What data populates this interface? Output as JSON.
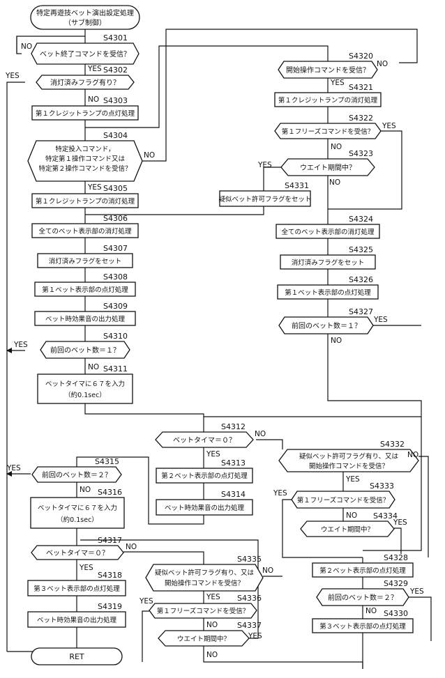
{
  "start": {
    "line1": "特定再遊技ベット演出設定処理",
    "line2": "（サブ制御）"
  },
  "end": "RET",
  "yes": "YES",
  "no": "NO",
  "steps": {
    "s4301": {
      "id": "S4301",
      "text": "ベット終了コマンドを受信？"
    },
    "s4302": {
      "id": "S4302",
      "text": "消灯済みフラグ有り？"
    },
    "s4303": {
      "id": "S4303",
      "text": "第１クレジットランプの点灯処理"
    },
    "s4304": {
      "id": "S4304",
      "line1": "特定投入コマンド，",
      "line2": "特定第１操作コマンド又は",
      "line3": "特定第２操作コマンドを受信？"
    },
    "s4305": {
      "id": "S4305",
      "text": "第１クレジットランプの消灯処理"
    },
    "s4306": {
      "id": "S4306",
      "text": "全てのベット表示部の消灯処理"
    },
    "s4307": {
      "id": "S4307",
      "text": "消灯済みフラグをセット"
    },
    "s4308": {
      "id": "S4308",
      "text": "第１ベット表示部の点灯処理"
    },
    "s4309": {
      "id": "S4309",
      "text": "ベット時効果音の出力処理"
    },
    "s4310": {
      "id": "S4310",
      "text": "前回のベット数＝１？"
    },
    "s4311": {
      "id": "S4311",
      "line1": "ベットタイマに６７を入力",
      "line2": "（約0.1sec）"
    },
    "s4312": {
      "id": "S4312",
      "text": "ベットタイマ＝０？"
    },
    "s4313": {
      "id": "S4313",
      "text": "第２ベット表示部の点灯処理"
    },
    "s4314": {
      "id": "S4314",
      "text": "ベット時効果音の出力処理"
    },
    "s4315": {
      "id": "S4315",
      "text": "前回のベット数＝２？"
    },
    "s4316": {
      "id": "S4316",
      "line1": "ベットタイマに６７を入力",
      "line2": "（約0.1sec）"
    },
    "s4317": {
      "id": "S4317",
      "text": "ベットタイマ＝０？"
    },
    "s4318": {
      "id": "S4318",
      "text": "第３ベット表示部の点灯処理"
    },
    "s4319": {
      "id": "S4319",
      "text": "ベット時効果音の出力処理"
    },
    "s4320": {
      "id": "S4320",
      "text": "開始操作コマンドを受信？"
    },
    "s4321": {
      "id": "S4321",
      "text": "第１クレジットランプの消灯処理"
    },
    "s4322": {
      "id": "S4322",
      "text": "第１フリーズコマンドを受信？"
    },
    "s4323": {
      "id": "S4323",
      "text": "ウエイト期間中？"
    },
    "s4324": {
      "id": "S4324",
      "text": "全てのベット表示部の消灯処理"
    },
    "s4325": {
      "id": "S4325",
      "text": "消灯済みフラグをセット"
    },
    "s4326": {
      "id": "S4326",
      "text": "第１ベット表示部の点灯処理"
    },
    "s4327": {
      "id": "S4327",
      "text": "前回のベット数＝１？"
    },
    "s4328": {
      "id": "S4328",
      "text": "第２ベット表示部の点灯処理"
    },
    "s4329": {
      "id": "S4329",
      "text": "前回のベット数＝２？"
    },
    "s4330": {
      "id": "S4330",
      "text": "第３ベット表示部の点灯処理"
    },
    "s4331": {
      "id": "S4331",
      "text": "疑似ベット許可フラグをセット"
    },
    "s4332": {
      "id": "S4332",
      "line1": "疑似ベット許可フラグ有り、又は",
      "line2": "開始操作コマンドを受信？"
    },
    "s4333": {
      "id": "S4333",
      "text": "第１フリーズコマンドを受信？"
    },
    "s4334": {
      "id": "S4334",
      "text": "ウエイト期間中？"
    },
    "s4335": {
      "id": "S4335",
      "line1": "疑似ベット許可フラグ有り、又は",
      "line2": "開始操作コマンドを受信？"
    },
    "s4336": {
      "id": "S4336",
      "text": "第１フリーズコマンドを受信？"
    },
    "s4337": {
      "id": "S4337",
      "text": "ウエイト期間中？"
    }
  }
}
